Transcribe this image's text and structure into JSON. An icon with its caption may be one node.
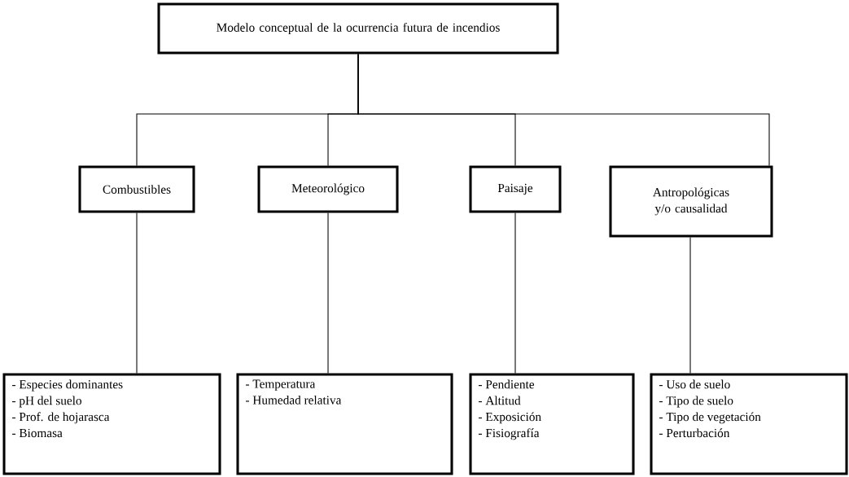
{
  "diagram": {
    "nodes": [
      {
        "text": [
          "Modelo conceptual de la ocurrencia futura de incendios"
        ]
      },
      {
        "text": [
          "Combustibles"
        ]
      },
      {
        "text": [
          "Meteorológico"
        ]
      },
      {
        "text": [
          "Paisaje"
        ]
      },
      {
        "text": [
          "Antropológicas y/o causalidad"
        ]
      },
      {
        "text": [
          "- Especies dominantes",
          "- pH del suelo",
          "- Prof. de hojarasca",
          "- Biomasa"
        ]
      },
      {
        "text": [
          "- Temperatura",
          "- Humedad relativa"
        ]
      },
      {
        "text": [
          "- Pendiente",
          "- Altitud",
          "- Exposición",
          "- Fisiografía"
        ]
      },
      {
        "text": [
          "- Uso de suelo",
          "- Tipo de suelo",
          "- Tipo de vegetación",
          "- Perturbación"
        ]
      }
    ],
    "edges": [
      {
        "from": 0,
        "to": 1,
        "arrow": "none"
      },
      {
        "from": 0,
        "to": 2,
        "arrow": "none"
      },
      {
        "from": 0,
        "to": 3,
        "arrow": "none"
      },
      {
        "from": 0,
        "to": 4,
        "arrow": "none"
      },
      {
        "from": 1,
        "to": 5,
        "arrow": "none"
      },
      {
        "from": 2,
        "to": 6,
        "arrow": "none"
      },
      {
        "from": 3,
        "to": 7,
        "arrow": "none"
      },
      {
        "from": 4,
        "to": 8,
        "arrow": "none"
      }
    ]
  }
}
